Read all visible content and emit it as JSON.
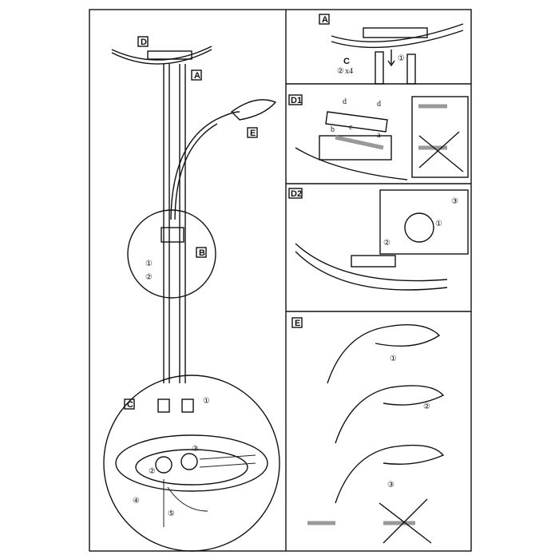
{
  "main": {
    "labels": {
      "d": "D",
      "a": "A",
      "e": "E",
      "b": "B",
      "c": "C"
    },
    "steps_b": [
      "①",
      "②"
    ],
    "steps_c": [
      "①",
      "②",
      "③",
      "④",
      "⑤"
    ]
  },
  "panels": {
    "a": {
      "label": "A",
      "step1": "①",
      "step2": "②",
      "qty": "x4",
      "tool": "C"
    },
    "d1": {
      "label": "D1",
      "letters": [
        "d",
        "d",
        "b",
        "c",
        "a"
      ]
    },
    "d2": {
      "label": "D2",
      "steps": [
        "①",
        "②",
        "③"
      ]
    },
    "e": {
      "label": "E",
      "steps": [
        "①",
        "②",
        "③"
      ]
    }
  }
}
